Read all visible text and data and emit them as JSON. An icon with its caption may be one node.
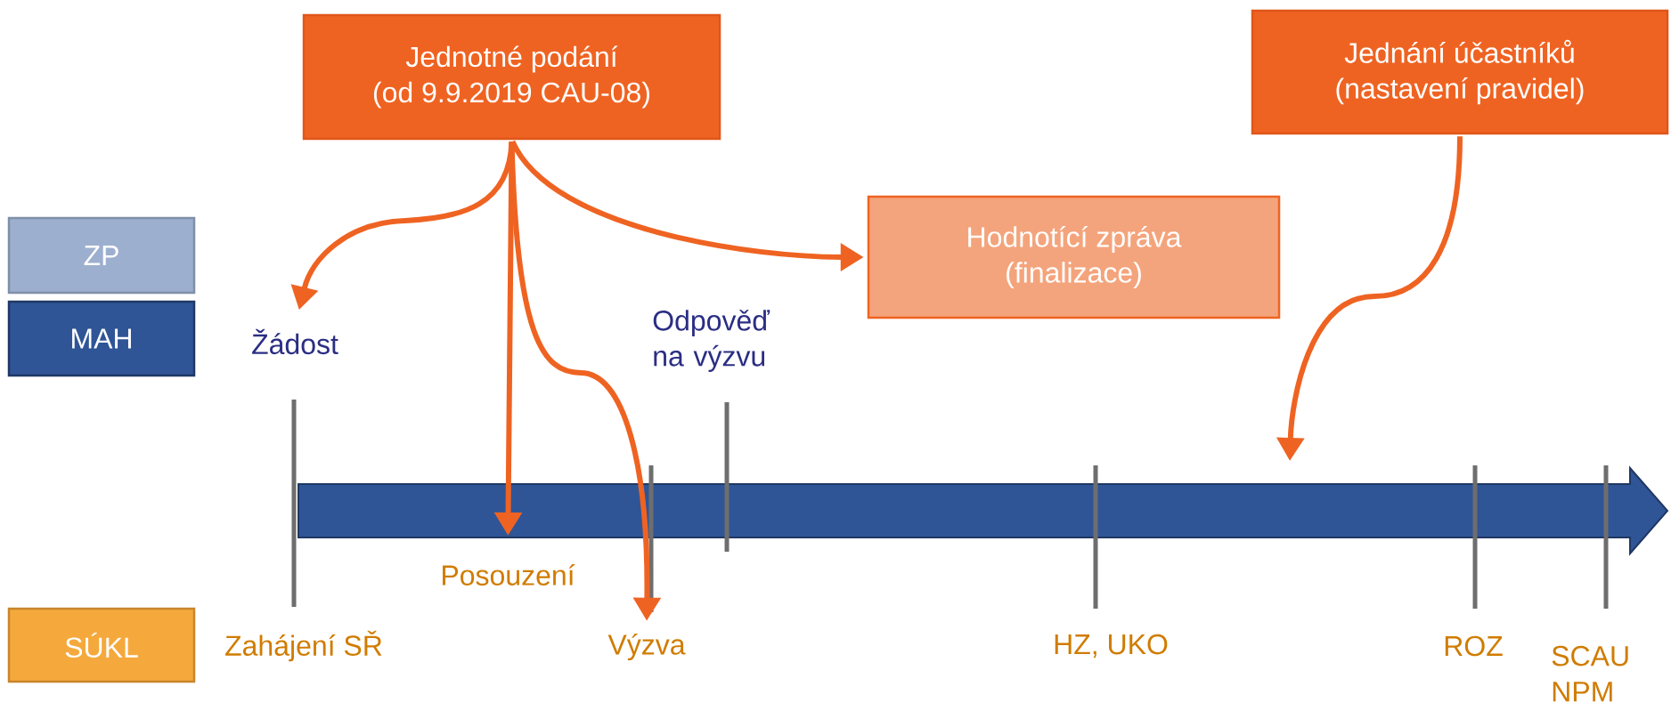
{
  "diagram": {
    "nodes": [
      {
        "text": [
          "Jednotné podání",
          "(od 9.9.2019 CAU-08)"
        ]
      },
      {
        "text": [
          "Jednání účastníků",
          "(nastavení pravidel)"
        ]
      },
      {
        "text": [
          "Hodnotící zpráva",
          "(finalizace)"
        ]
      },
      {
        "text": [
          "ZP"
        ]
      },
      {
        "text": [
          "MAH"
        ]
      },
      {
        "text": [
          "Žádost"
        ]
      },
      {
        "text": [
          "Posouzení"
        ]
      },
      {
        "text": [
          "SÚKL"
        ]
      },
      {
        "text": [
          "Výzva"
        ]
      }
    ],
    "edges": [
      {
        "from": 0,
        "to": 5,
        "arrow": "to"
      },
      {
        "from": 0,
        "to": 6,
        "arrow": "to"
      },
      {
        "from": 0,
        "to": 8,
        "arrow": "to"
      },
      {
        "from": 0,
        "to": 2,
        "arrow": "to"
      },
      {
        "from": 1,
        "to": null,
        "arrow": "to"
      }
    ],
    "labels": [
      "Odpověď na výzvu",
      "Zahájení SŘ",
      "HZ, UKO",
      "ROZ",
      "SCAU NPM"
    ]
  }
}
